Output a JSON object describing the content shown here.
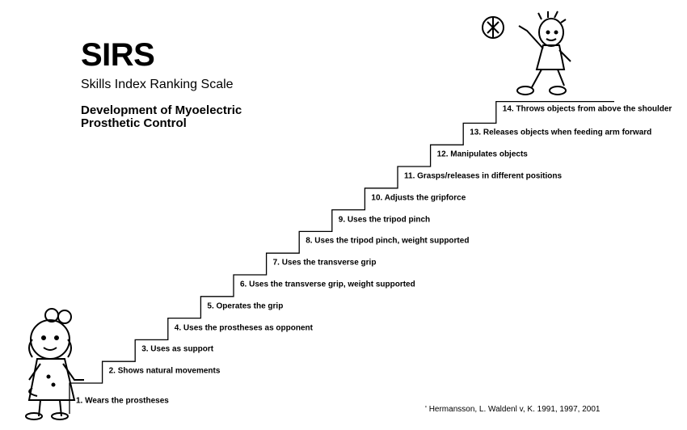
{
  "header": {
    "title": "SIRS",
    "subtitle": "Skills Index Ranking Scale",
    "heading_line1": "Development of Myoelectric",
    "heading_line2": "Prosthetic Control"
  },
  "steps": [
    "1. Wears the prostheses",
    "2. Shows natural movements",
    "3. Uses as support",
    "4. Uses the prostheses as opponent",
    "5. Operates the grip",
    "6. Uses the transverse grip, weight supported",
    "7. Uses the transverse grip",
    "8. Uses the tripod pinch, weight supported",
    "9. Uses the tripod pinch",
    "10. Adjusts the gripforce",
    "11. Grasps/releases in different positions",
    "12. Manipulates objects",
    "13. Releases objects when feeding arm forward",
    "14. Throws objects from above the shoulder"
  ],
  "citation": "' Hermansson, L. Waldenl v, K. 1991, 1997, 2001"
}
